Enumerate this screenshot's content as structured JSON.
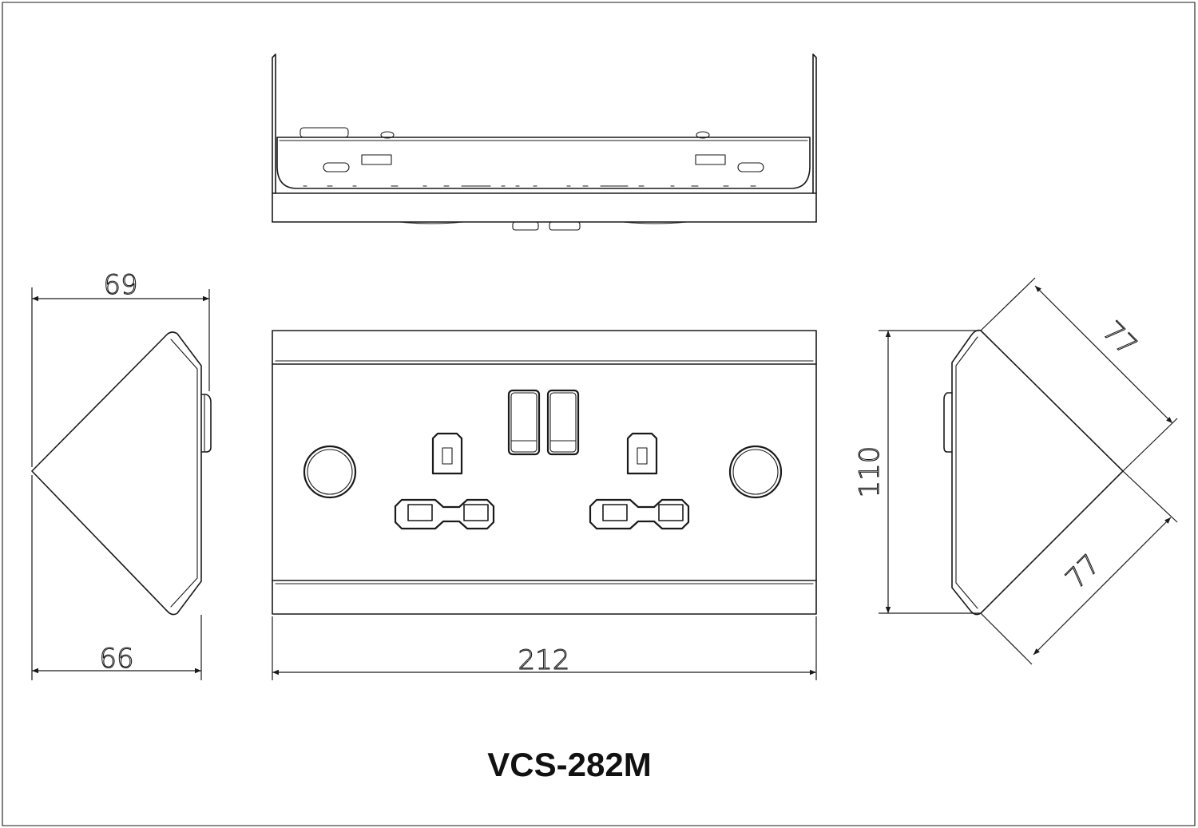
{
  "model": "VCS-282M",
  "dimensions": {
    "left_top_width": "69",
    "left_bottom_width": "66",
    "front_width": "212",
    "side_height": "110",
    "right_upper_diagonal": "77",
    "right_lower_diagonal": "77"
  }
}
